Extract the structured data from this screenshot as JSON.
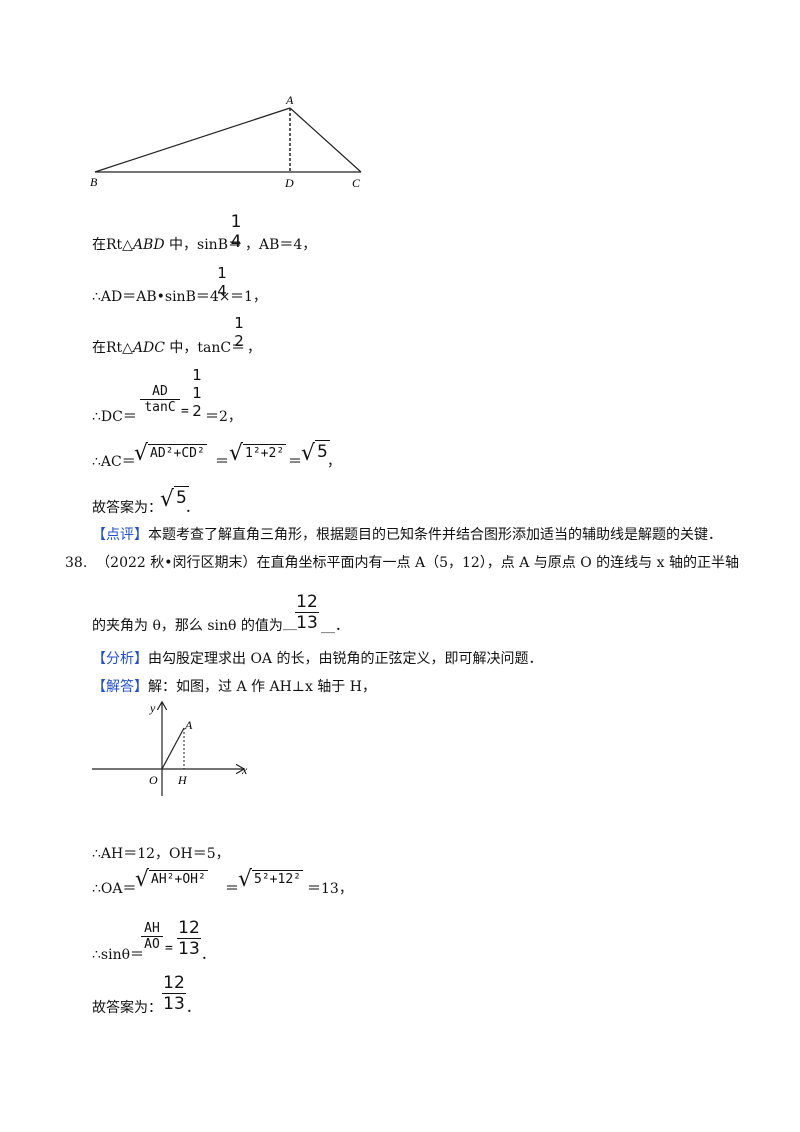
{
  "triangle_fig": {
    "A": "A",
    "B": "B",
    "C": "C",
    "D": "D"
  },
  "line1": {
    "pre": "在Rt△",
    "abd": "ABD",
    "mid": " 中，sinB＝",
    "frac_num": "1",
    "frac_den": "4",
    "post": "，AB＝4，"
  },
  "line2": {
    "text": "∴AD＝AB•sinB＝4×",
    "frac_num": "1",
    "frac_den": "4",
    "post": "＝1，"
  },
  "line3": {
    "pre": "在Rt△",
    "adc": "ADC",
    "mid": " 中，tanC＝",
    "frac_num": "1",
    "frac_den": "2",
    "post": "，"
  },
  "line4": {
    "pre": "∴DC＝",
    "f1_num": "AD",
    "f1_den": "tanC",
    "eq": "=",
    "f2_num": "1",
    "f2_den": "1",
    "f2_den2": "2",
    "post": "＝2，"
  },
  "line5": {
    "pre": "∴AC＝",
    "rad1": "AD²+CD²",
    "eq1": "＝",
    "rad2": "1²+2²",
    "eq2": "＝",
    "rad3": "5",
    "post": "，"
  },
  "line6": {
    "pre": "故答案为：",
    "rad": "5",
    "post": "．"
  },
  "comment": {
    "tag": "【点评】",
    "text": "本题考查了解直角三角形，根据题目的已知条件并结合图形添加适当的辅助线是解题的关键．"
  },
  "q38": {
    "num": "38.",
    "text": "（2022 秋•闵行区期末）在直角坐标平面内有一点 A（5，12），点 A 与原点 O 的连线与 x 轴的正半轴"
  },
  "q38b": {
    "pre": "的夹角为 θ，那么 sinθ 的值为 ",
    "blank_l": "__",
    "frac_num": "12",
    "frac_den": "13",
    "blank_r": "__．"
  },
  "analysis": {
    "tag": "【分析】",
    "text": "由勾股定理求出 OA 的长，由锐角的正弦定义，即可解决问题．"
  },
  "answer": {
    "tag": "【解答】",
    "text": "解：如图，过 A 作 AH⊥x 轴于 H，"
  },
  "axes_fig": {
    "y": "y",
    "x": "x",
    "A": "A",
    "O": "O",
    "H": "H"
  },
  "line7": {
    "text": "∴AH＝12，OH＝5，"
  },
  "line8": {
    "pre": "∴OA＝",
    "rad1": "AH²+OH²",
    "eq": "＝",
    "rad2": "5²+12²",
    "post": "＝13，"
  },
  "line9": {
    "pre": "∴sinθ＝",
    "f1_num": "AH",
    "f1_den": "AO",
    "eq": "=",
    "f2_num": "12",
    "f2_den": "13",
    "post": "．"
  },
  "line10": {
    "pre": "故答案为：",
    "frac_num": "12",
    "frac_den": "13",
    "post": "．"
  }
}
